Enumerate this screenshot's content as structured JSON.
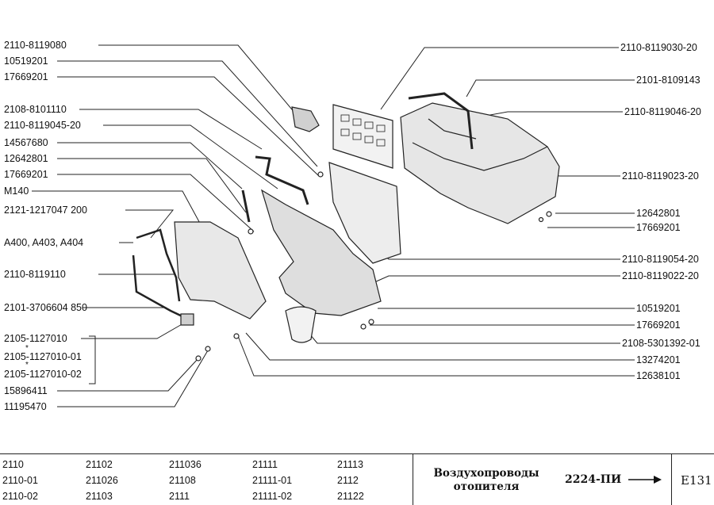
{
  "left_labels": [
    "2110-8119080",
    "10519201",
    "17669201",
    "2108-8101110",
    "2110-8119045-20",
    "14567680",
    "12642801",
    "17669201",
    "M140",
    "2121-1217047  200",
    "A400, A403, A404",
    "2110-8119110",
    "2101-3706604  850",
    "2105-1127010",
    "2105-1127010-01",
    "2105-1127010-02",
    "15896411",
    "11195470"
  ],
  "right_labels": [
    "2110-8119030-20",
    "2101-8109143",
    "2110-8119046-20",
    "2110-8119023-20",
    "12642801",
    "17669201",
    "2110-8119054-20",
    "2110-8119022-20",
    "10519201",
    "17669201",
    "2108-5301392-01",
    "13274201",
    "12638101"
  ],
  "bracket_marks": [
    "*",
    "*"
  ],
  "models": {
    "columns": [
      [
        "2110",
        "2110-01",
        "2110-02"
      ],
      [
        "21102",
        "211026",
        "21103"
      ],
      [
        "211036",
        "21108",
        "2111"
      ],
      [
        "21111",
        "21111-01",
        "21111-02"
      ],
      [
        "21113",
        "2112",
        "21122"
      ]
    ]
  },
  "title": {
    "line1": "Воздухопроводы",
    "line2": "отопителя"
  },
  "reference": "2224-ПИ",
  "page_code": "E131",
  "colors": {
    "ink": "#111111",
    "paper": "#ffffff",
    "fill": "#d8d8d8"
  }
}
